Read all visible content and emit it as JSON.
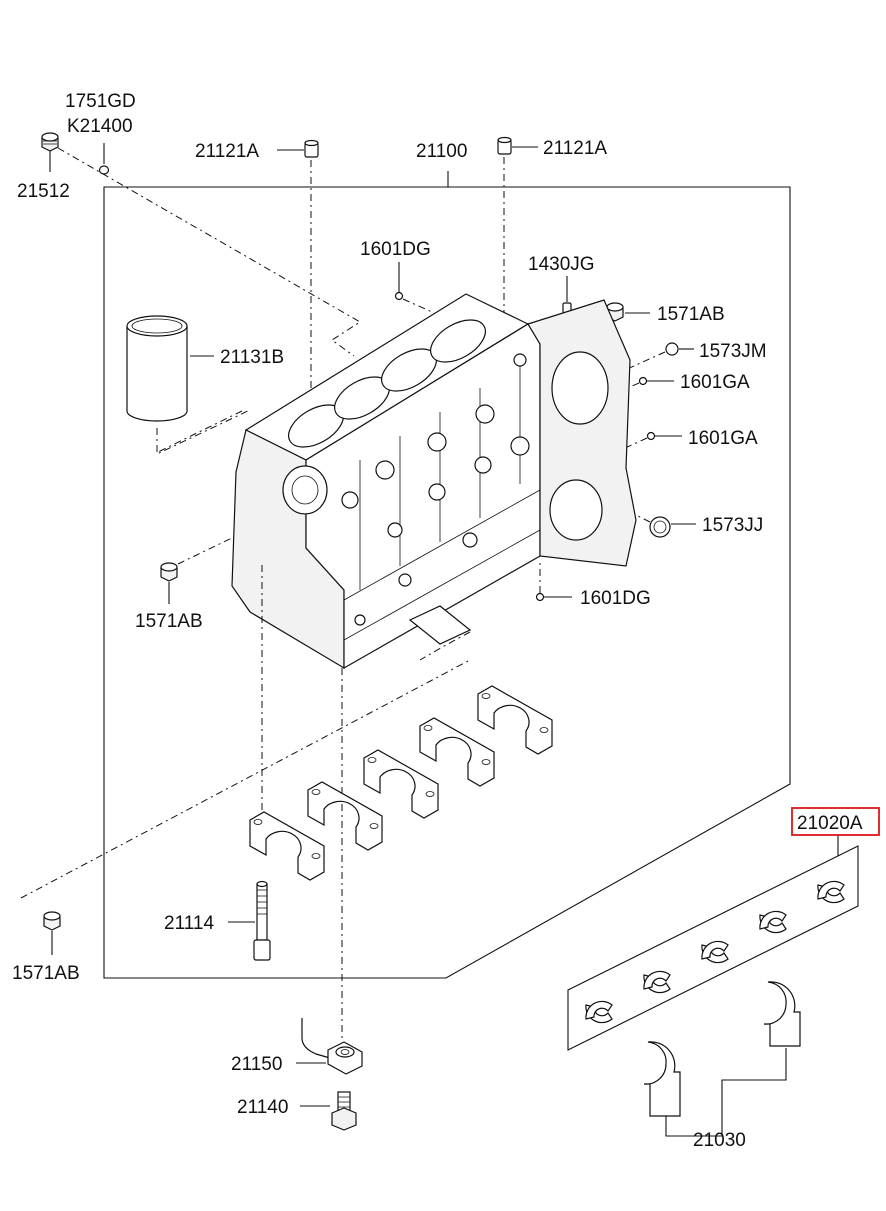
{
  "labels": {
    "p1751gd": "1751GD",
    "pk21400": "K21400",
    "p21512": "21512",
    "p21121a_left": "21121A",
    "p21100": "21100",
    "p21121a_right": "21121A",
    "p1601dg_top": "1601DG",
    "p1430jg": "1430JG",
    "p1571ab_right": "1571AB",
    "p21131b": "21131B",
    "p1573jm": "1573JM",
    "p1601ga_upper": "1601GA",
    "p1601ga_lower": "1601GA",
    "p1573jj": "1573JJ",
    "p1571ab_left": "1571AB",
    "p1601dg_bottom": "1601DG",
    "p21020a": "21020A",
    "p21114": "21114",
    "p1571ab_bottom": "1571AB",
    "p21150": "21150",
    "p21140": "21140",
    "p21030": "21030"
  },
  "highlight_color": "#e0151b"
}
